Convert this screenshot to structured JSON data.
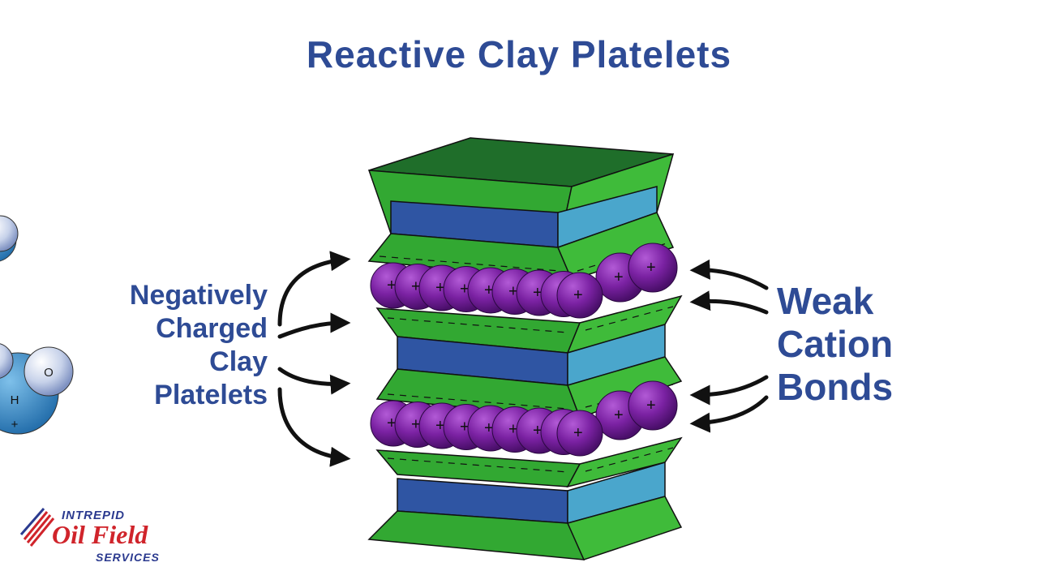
{
  "title": "Reactive Clay Platelets",
  "left_label": [
    "Negatively",
    "Charged",
    "Clay",
    "Platelets"
  ],
  "right_label": [
    "Weak",
    "Cation",
    "Bonds"
  ],
  "molecule": {
    "oxygen": "O",
    "hydrogen": "H",
    "charge": "+"
  },
  "cation_symbol": "+",
  "negative_symbol": "- - - - - - -",
  "logo": {
    "line1": "INTREPID",
    "line2": "Oil Field",
    "line3": "SERVICES"
  },
  "colors": {
    "title_blue": "#2e4b95",
    "platelet_green": "#32a832",
    "platelet_dark_green": "#1f6e2a",
    "platelet_blue": "#2f55a3",
    "platelet_light_blue": "#4aa6cc",
    "cation_purple": "#7b22a3",
    "molecule_blue": "#3a88c4",
    "logo_red": "#d0242b",
    "logo_blue": "#2b3a8f"
  }
}
